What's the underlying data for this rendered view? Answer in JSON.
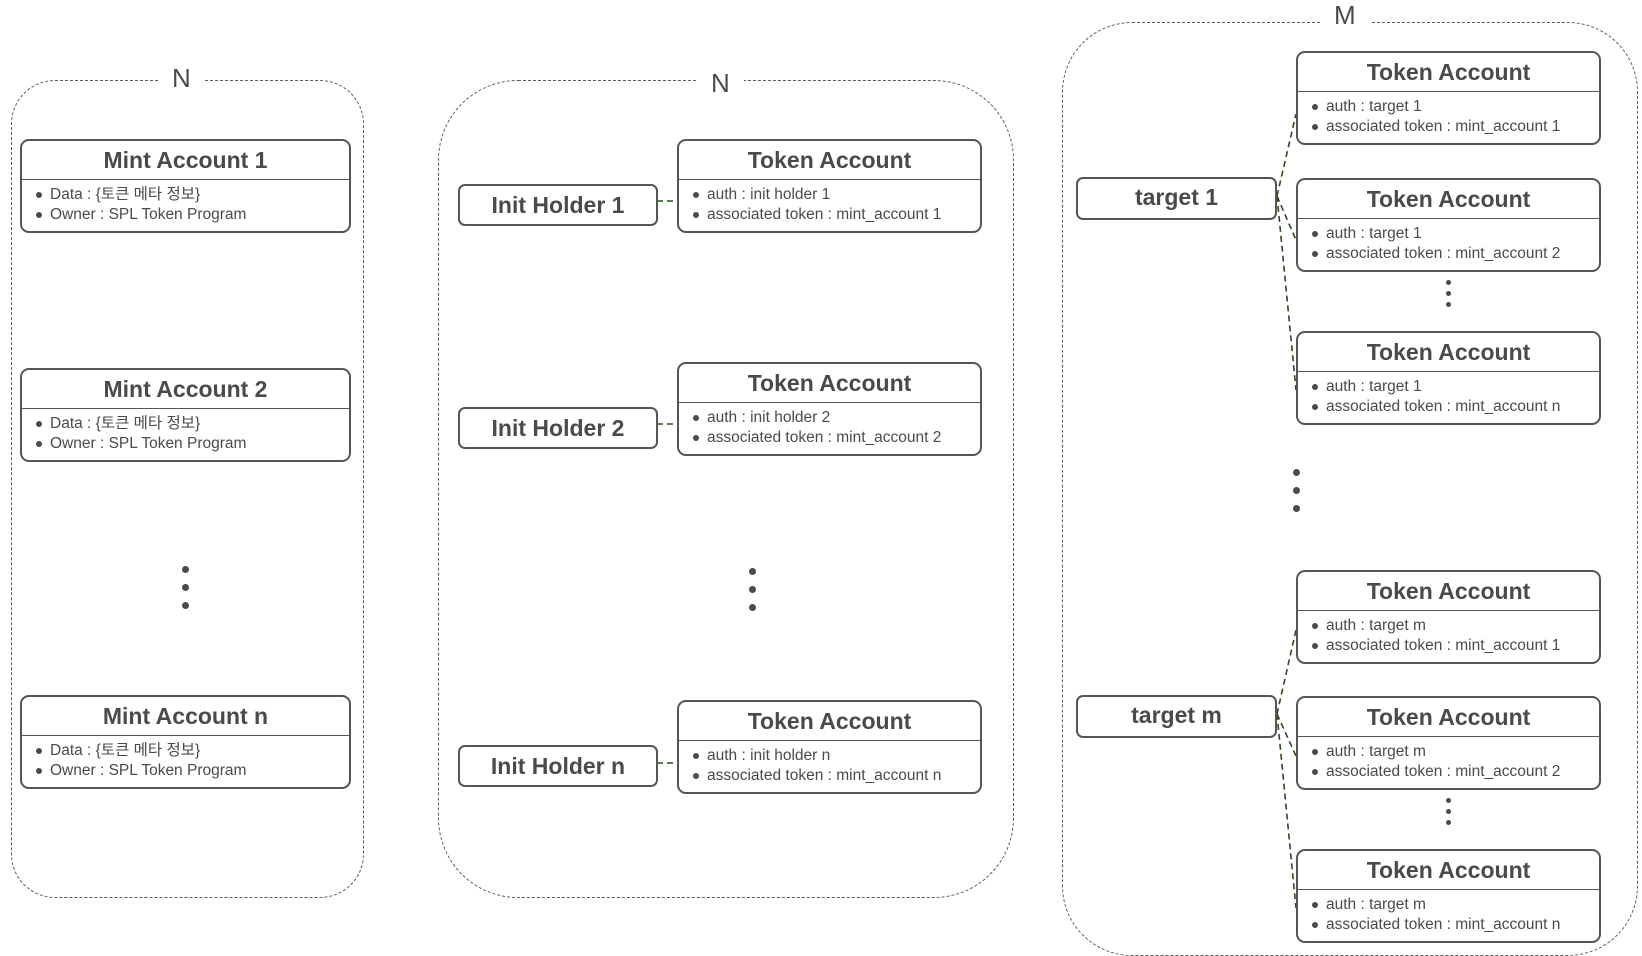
{
  "groups": {
    "mint": {
      "label": "N"
    },
    "holder": {
      "label": "N"
    },
    "target": {
      "label": "M"
    }
  },
  "mint_accounts": [
    {
      "title": "Mint Account 1",
      "data": "Data : {토큰 메타 정보}",
      "owner": "Owner : SPL Token Program"
    },
    {
      "title": "Mint Account 2",
      "data": "Data : {토큰 메타 정보}",
      "owner": "Owner : SPL Token Program"
    },
    {
      "title": "Mint Account n",
      "data": "Data : {토큰 메타 정보}",
      "owner": "Owner : SPL Token Program"
    }
  ],
  "init_holders": [
    {
      "label": "Init Holder 1",
      "token_title": "Token Account",
      "auth": "auth : init holder 1",
      "assoc": "associated token : mint_account 1"
    },
    {
      "label": "Init Holder 2",
      "token_title": "Token Account",
      "auth": "auth : init holder 2",
      "assoc": "associated token : mint_account 2"
    },
    {
      "label": "Init Holder n",
      "token_title": "Token Account",
      "auth": "auth : init holder n",
      "assoc": "associated token : mint_account n"
    }
  ],
  "targets": [
    {
      "label": "target 1",
      "token_accounts": [
        {
          "title": "Token Account",
          "auth": "auth : target 1",
          "assoc": "associated token : mint_account 1"
        },
        {
          "title": "Token Account",
          "auth": "auth : target 1",
          "assoc": "associated token : mint_account 2"
        },
        {
          "title": "Token Account",
          "auth": "auth : target 1",
          "assoc": "associated token : mint_account n"
        }
      ]
    },
    {
      "label": "target m",
      "token_accounts": [
        {
          "title": "Token Account",
          "auth": "auth : target m",
          "assoc": "associated token : mint_account 1"
        },
        {
          "title": "Token Account",
          "auth": "auth : target m",
          "assoc": "associated token : mint_account 2"
        },
        {
          "title": "Token Account",
          "auth": "auth : target m",
          "assoc": "associated token : mint_account n"
        }
      ]
    }
  ],
  "colors": {
    "connector": "#2e4a1e",
    "border": "#555555",
    "text": "#4a4a4a"
  }
}
